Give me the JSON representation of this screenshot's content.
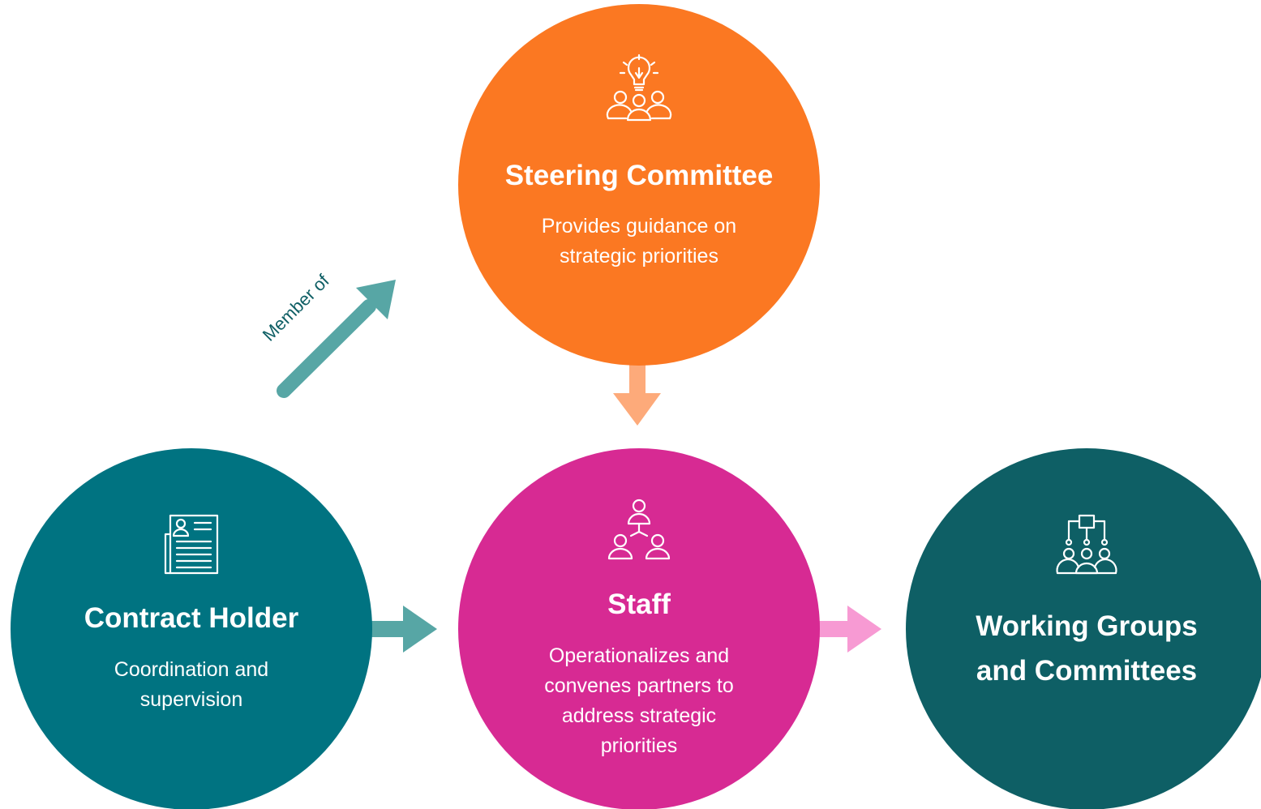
{
  "nodes": {
    "steering": {
      "title": "Steering Committee",
      "desc": [
        "Provides guidance on",
        "strategic priorities"
      ],
      "icon": "lightbulb-team-icon",
      "color": "#FB7822"
    },
    "contract": {
      "title": "Contract Holder",
      "desc": [
        "Coordination and",
        "supervision"
      ],
      "icon": "contract-document-icon",
      "color": "#007381"
    },
    "staff": {
      "title": "Staff",
      "desc": [
        "Operationalizes and",
        "convenes partners to",
        "address strategic",
        "priorities"
      ],
      "icon": "network-people-icon",
      "color": "#D72A93"
    },
    "working": {
      "title": [
        "Working Groups",
        "and Committees"
      ],
      "icon": "org-chart-team-icon",
      "color": "#0E5F65"
    }
  },
  "edges": {
    "member_of": {
      "label": "Member of",
      "color": "#57A6A5"
    },
    "steering_to_staff": {
      "color": "#FDAA7A"
    },
    "contract_to_staff": {
      "color": "#57A6A5"
    },
    "staff_to_working": {
      "color": "#F79AD3"
    }
  }
}
